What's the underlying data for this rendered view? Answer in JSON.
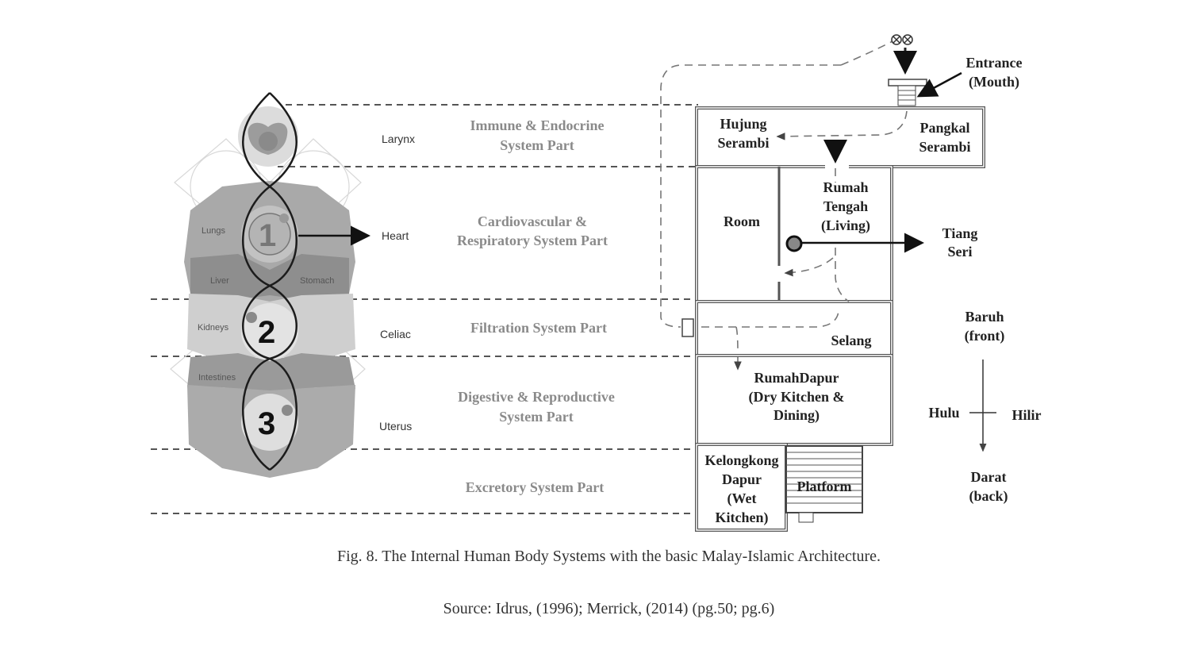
{
  "body_diagram": {
    "organs": {
      "larynx": "Larynx",
      "lungs": "Lungs",
      "liver": "Liver",
      "stomach": "Stomach",
      "kidneys": "Kidneys",
      "intestines": "Intestines"
    },
    "chakra_numbers": [
      "1",
      "2",
      "3"
    ],
    "side_labels": {
      "larynx": "Larynx",
      "heart": "Heart",
      "celiac": "Celiac",
      "uterus": "Uterus"
    }
  },
  "systems": [
    {
      "line1": "Immune & Endocrine",
      "line2": "System Part"
    },
    {
      "line1": "Cardiovascular &",
      "line2": "Respiratory System Part"
    },
    {
      "line1": "Filtration System Part",
      "line2": ""
    },
    {
      "line1": "Digestive & Reproductive",
      "line2": "System Part"
    },
    {
      "line1": "Excretory System Part",
      "line2": ""
    }
  ],
  "house_plan": {
    "rooms": {
      "hujung_serambi": [
        "Hujung",
        "Serambi"
      ],
      "pangkal_serambi": [
        "Pangkal",
        "Serambi"
      ],
      "room": [
        "Room"
      ],
      "rumah_tengah": [
        "Rumah",
        "Tengah",
        "(Living)"
      ],
      "selang": [
        "Selang"
      ],
      "rumah_dapur": [
        "RumahDapur",
        "(Dry Kitchen &",
        "Dining)"
      ],
      "kelongkong_dapur": [
        "Kelongkong",
        "Dapur",
        "(Wet",
        "Kitchen)"
      ],
      "platform": [
        "Platform"
      ]
    },
    "entrance": [
      "Entrance",
      "(Mouth)"
    ],
    "tiang_seri": [
      "Tiang",
      "Seri"
    ],
    "compass": {
      "front": [
        "Baruh",
        "(front)"
      ],
      "left": "Hulu",
      "right": "Hilir",
      "back": [
        "Darat",
        "(back)"
      ]
    }
  },
  "caption": "Fig. 8. The Internal Human Body Systems with the basic Malay-Islamic Architecture.",
  "source": "Source: Idrus, (1996); Merrick, (2014) (pg.50; pg.6)"
}
